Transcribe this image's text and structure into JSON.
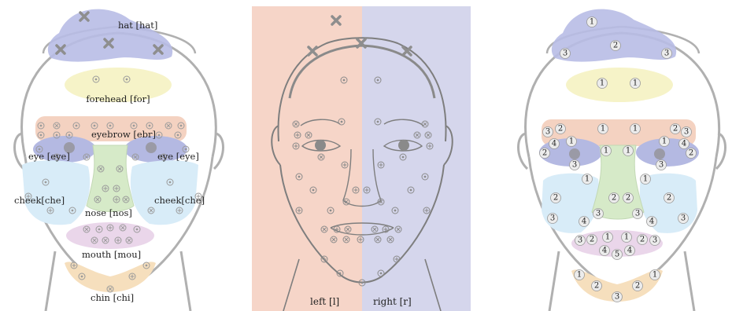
{
  "regions_panel": {
    "labels": {
      "hat": "hat [hat]",
      "forehead": "forehead [for]",
      "eyebrow": "eyebrow [ebr]",
      "eye_left": "eye [eye]",
      "eye_right": "eye [eye]",
      "cheek_left": "cheek[che]",
      "cheek_right": "cheek[che]",
      "nose": "nose [nos]",
      "mouth": "mouth [mou]",
      "chin": "chin [chi]"
    }
  },
  "sides_panel": {
    "left_label": "left [l]",
    "right_label": "right [r]"
  },
  "numbered_panel": {
    "hat": [
      "1",
      "2",
      "3",
      "3"
    ],
    "forehead": [
      "1",
      "1"
    ],
    "eyebrow": [
      "3",
      "2",
      "1",
      "1",
      "2",
      "3",
      "4",
      "4"
    ],
    "eye": [
      "1",
      "2",
      "3",
      "1",
      "2",
      "3"
    ],
    "nose": [
      "1",
      "1",
      "2",
      "2",
      "3",
      "3"
    ],
    "cheek": [
      "1",
      "2",
      "3",
      "4",
      "1",
      "2",
      "3",
      "4"
    ],
    "mouth": [
      "3",
      "2",
      "1",
      "1",
      "2",
      "3",
      "4",
      "5",
      "4"
    ],
    "chin": [
      "1",
      "2",
      "3",
      "2",
      "1"
    ]
  },
  "colors": {
    "hat": "#b8bde6",
    "forehead": "#f6f3c8",
    "eyebrow": "#f4d2c1",
    "eye": "#b4b9e2",
    "cheek": "#d8ecf8",
    "nose": "#d6eac8",
    "mouth": "#ead6ea",
    "chin": "#f6dfbd",
    "left_half": "#f6d5c8",
    "right_half": "#d5d6ec",
    "face_line": "#9a9a9a"
  },
  "icons": [
    "x-marker-icon",
    "dot-marker-icon",
    "plus-marker-icon",
    "cross-marker-icon"
  ]
}
